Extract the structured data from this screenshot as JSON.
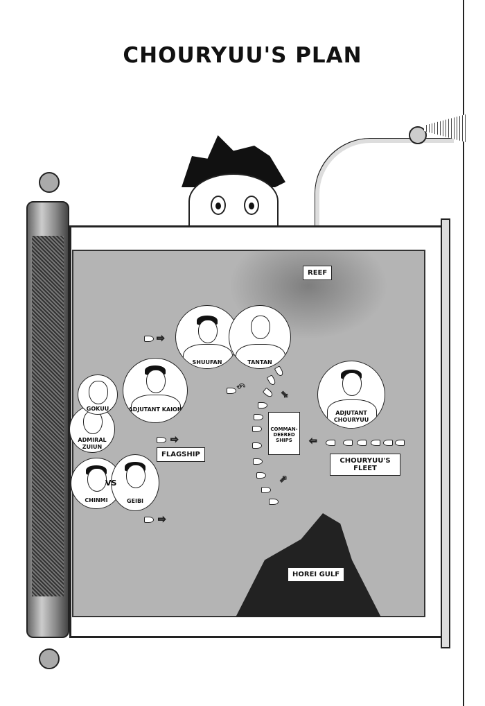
{
  "title": "CHOURYUU'S PLAN",
  "map": {
    "reef": "REEF",
    "flagship": "FLAGSHIP",
    "commandeered_ships": "COMMAN-DEERED SHIPS",
    "fleet": "CHOURYUU'S FLEET",
    "gulf": "HOREI GULF"
  },
  "characters": {
    "shuufan": "SHUUFAN",
    "tantan": "TANTAN",
    "gokuu": "GOKUU",
    "zuiun": "ADMIRAL ZUIUN",
    "kaion": "ADJUTANT KAION",
    "chouryuu": "ADJUTANT CHOURYUU",
    "chinmi": "CHINMI",
    "vs": "VS",
    "geibi": "GEIBI"
  }
}
